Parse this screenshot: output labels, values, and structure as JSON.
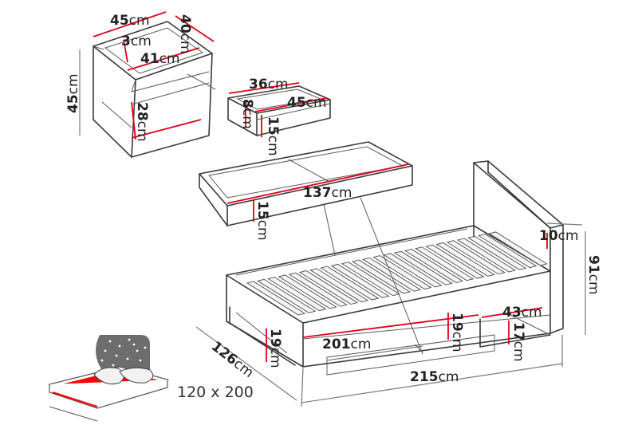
{
  "colors": {
    "outline": "#3a3a3a",
    "dimension": "#e0001b",
    "mattress": "#ff0000"
  },
  "nightstand": {
    "width": {
      "num": "45",
      "unit": "cm"
    },
    "depth": {
      "num": "40",
      "unit": "cm"
    },
    "height": {
      "num": "45",
      "unit": "cm"
    },
    "top_gap": {
      "num": "3",
      "unit": "cm"
    },
    "inner_width": {
      "num": "41",
      "unit": "cm"
    },
    "shelf_height": {
      "num": "28",
      "unit": "cm"
    }
  },
  "small_drawer": {
    "width": {
      "num": "36",
      "unit": "cm"
    },
    "depth": {
      "num": "45",
      "unit": "cm"
    },
    "inner_height": {
      "num": "8",
      "unit": "cm"
    },
    "height": {
      "num": "15",
      "unit": "cm"
    }
  },
  "big_drawer": {
    "length": {
      "num": "137",
      "unit": "cm"
    },
    "height": {
      "num": "15",
      "unit": "cm"
    }
  },
  "bed": {
    "headboard": {
      "num": "10",
      "unit": "cm"
    },
    "height": {
      "num": "91",
      "unit": "cm"
    },
    "side_height": {
      "num": "19",
      "unit": "cm"
    },
    "end_height": {
      "num": "19",
      "unit": "cm"
    },
    "inner_length": {
      "num": "201",
      "unit": "cm"
    },
    "shelf_width": {
      "num": "43",
      "unit": "cm"
    },
    "shelf_height": {
      "num": "17",
      "unit": "cm"
    },
    "length": {
      "num": "215",
      "unit": "cm"
    },
    "width": {
      "num": "126",
      "unit": "cm"
    }
  },
  "mattress_size": "120 x 200"
}
